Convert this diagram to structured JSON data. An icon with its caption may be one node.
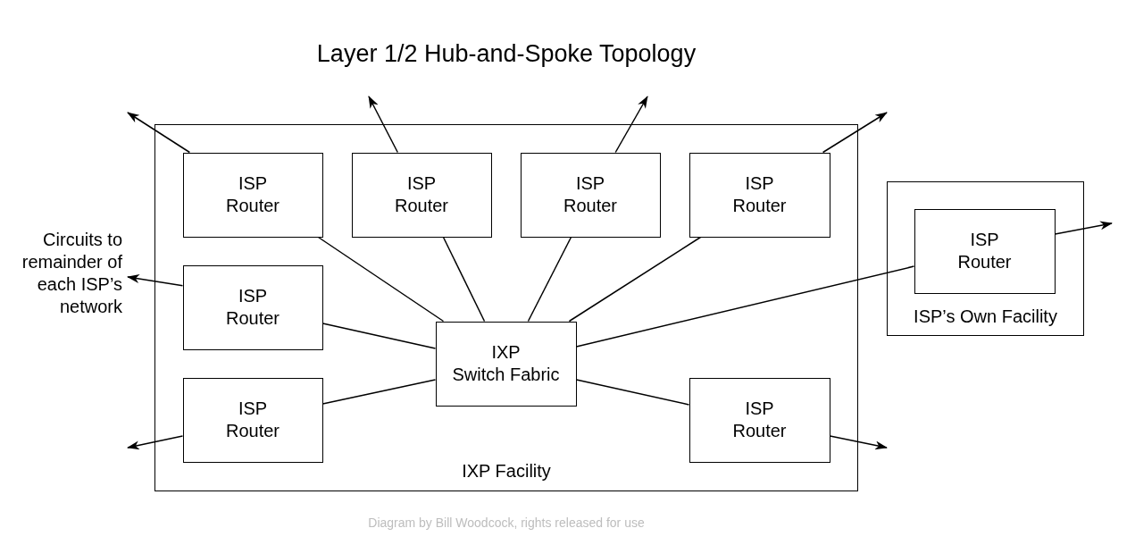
{
  "diagram": {
    "title": "Layer 1/2 Hub-and-Spoke Topology",
    "caption": "Diagram by Bill Woodcock, rights released for use",
    "nodes": [
      {
        "text": [
          "IXP Facility"
        ]
      },
      {
        "text": [
          "ISP Router"
        ],
        "in": 0
      },
      {
        "text": [
          "ISP Router"
        ],
        "in": 0
      },
      {
        "text": [
          "ISP Router"
        ],
        "in": 0
      },
      {
        "text": [
          "ISP Router"
        ],
        "in": 0
      },
      {
        "text": [
          "Circuits to remainder of each ISP’s network"
        ]
      },
      {
        "text": [
          "ISP Router"
        ],
        "in": 0
      },
      {
        "text": [
          "IXP Switch Fabric"
        ],
        "in": 0
      },
      {
        "text": [
          "ISP Router"
        ],
        "in": 0
      },
      {
        "text": [
          "ISP Router"
        ],
        "in": 0
      },
      {
        "text": [
          "ISP’s Own Facility"
        ]
      },
      {
        "text": [
          "ISP Router"
        ],
        "in": 10
      }
    ],
    "edges": [
      {
        "from": 1,
        "to": 7,
        "arrow": "none"
      },
      {
        "from": 2,
        "to": 7,
        "arrow": "none"
      },
      {
        "from": 3,
        "to": 7,
        "arrow": "none"
      },
      {
        "from": 4,
        "to": 7,
        "arrow": "none"
      },
      {
        "from": 6,
        "to": 7,
        "arrow": "none"
      },
      {
        "from": 8,
        "to": 7,
        "arrow": "none"
      },
      {
        "from": 7,
        "to": 9,
        "arrow": "none"
      },
      {
        "from": 7,
        "to": 11,
        "arrow": "none"
      },
      {
        "from": 1,
        "to": null,
        "arrow": "to"
      },
      {
        "from": 2,
        "to": null,
        "arrow": "to"
      },
      {
        "from": 3,
        "to": null,
        "arrow": "to"
      },
      {
        "from": 4,
        "to": null,
        "arrow": "to"
      },
      {
        "from": 6,
        "to": 5,
        "arrow": "to"
      },
      {
        "from": 8,
        "to": null,
        "arrow": "to"
      },
      {
        "from": 9,
        "to": null,
        "arrow": "to"
      },
      {
        "from": 11,
        "to": null,
        "arrow": "to"
      }
    ]
  }
}
